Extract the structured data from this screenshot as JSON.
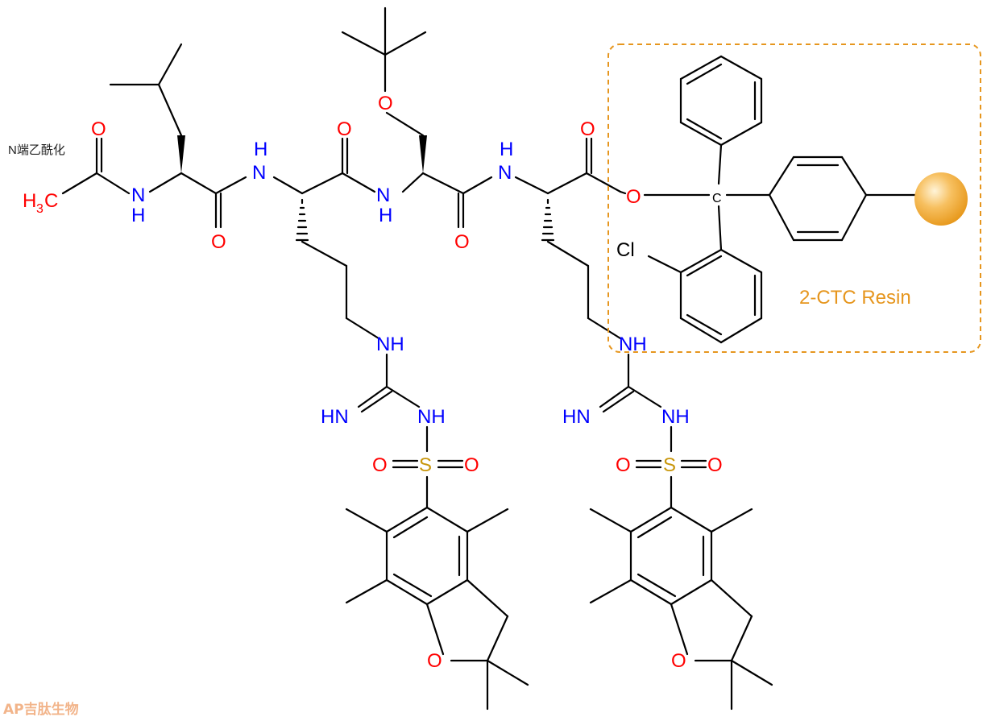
{
  "annotation_n_terminal": "N端乙酰化",
  "resin_label": "2-CTC Resin",
  "logo_text": "AP吉肽生物",
  "atom_labels": {
    "O": "O",
    "N": "N",
    "NH": "NH",
    "HN": "HN",
    "S": "S",
    "Cl": "Cl",
    "C": "C",
    "H3C_H": "H",
    "H3C_3": "3",
    "H3C_C": "C"
  },
  "colors": {
    "oxygen": "#ff0000",
    "nitrogen": "#0000ff",
    "sulfur": "#c8960a",
    "bond": "#000000",
    "resin": "#e6961e"
  }
}
